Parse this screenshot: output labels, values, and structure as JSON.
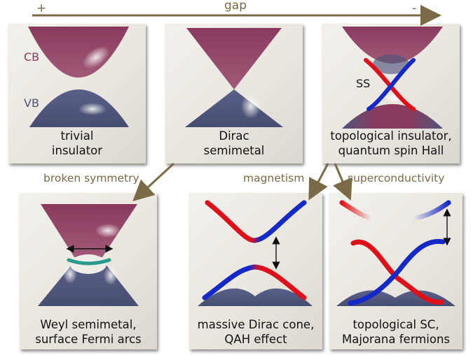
{
  "gap_axis": {
    "plus": "+",
    "label": "gap",
    "minus": "-"
  },
  "panels": {
    "trivial": {
      "cb": "CB",
      "vb": "VB",
      "line1": "trivial",
      "line2": "insulator"
    },
    "dirac": {
      "line1": "Dirac",
      "line2": "semimetal"
    },
    "ti": {
      "ss": "SS",
      "line1": "topological insulator,",
      "line2": "quantum spin Hall"
    },
    "weyl": {
      "line1": "Weyl semimetal,",
      "line2": "surface Fermi arcs"
    },
    "massive": {
      "line1": "massive Dirac cone,",
      "line2": "QAH effect"
    },
    "tsc": {
      "line1": "topological SC,",
      "line2": "Majorana fermions"
    }
  },
  "transitions": {
    "broken_symmetry": "broken symmetry",
    "magnetism": "magnetism",
    "superconductivity": "superconductivity"
  },
  "colors": {
    "conduction_band": "#8a3a5c",
    "valence_band": "#4f557a",
    "spin_red": "#e0101a",
    "spin_blue": "#1528c8",
    "fermi_arc": "#2a9a8a",
    "arrow": "#7a6a45"
  }
}
